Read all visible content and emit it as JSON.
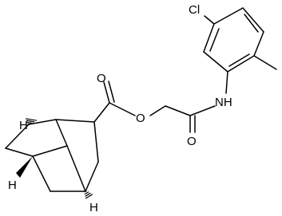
{
  "atoms": {
    "O_carbonyl_ester": "O",
    "O_ester": "O",
    "O_amide": "O",
    "NH": "NH",
    "Cl": "Cl",
    "H_top": "H",
    "H_left": "H",
    "H_bottom": "H"
  },
  "colors": {
    "bond": "#000000",
    "label": "#000000",
    "background": "#ffffff"
  }
}
